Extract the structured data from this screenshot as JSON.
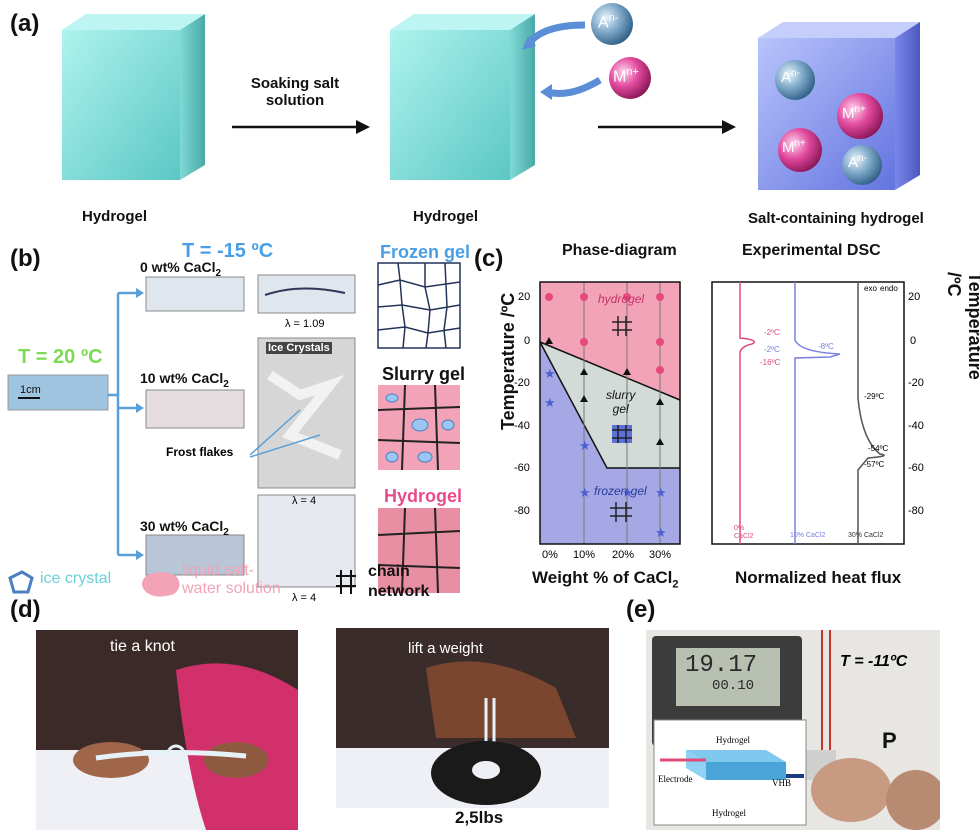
{
  "panels": {
    "a": "(a)",
    "b": "(b)",
    "c": "(c)",
    "d": "(d)",
    "e": "(e)"
  },
  "panel_a": {
    "arrow_label": "Soaking salt\nsolution",
    "hydrogel_1": "Hydrogel",
    "hydrogel_2": "Hydrogel",
    "salt_hydrogel": "Salt-containing hydrogel",
    "anion": "A",
    "anion_sup": "n-",
    "cation": "M",
    "cation_sup": "n+"
  },
  "panel_b": {
    "temp_cold": "T = -15 ºC",
    "temp_warm": "T = 20 ºC",
    "scale": "1cm",
    "conc_0": "0 wt% CaCl",
    "conc_10": "10 wt% CaCl",
    "conc_30": "30 wt% CaCl",
    "sub2": "2",
    "lambda_1": "λ = 1.09",
    "lambda_2": "λ = 4",
    "lambda_3": "λ = 4",
    "ice_crystals": "Ice Crystals",
    "frost_flakes": "Frost flakes",
    "frozen_gel": "Frozen gel",
    "slurry_gel": "Slurry gel",
    "hydrogel": "Hydrogel",
    "legend_ice": "ice crystal",
    "legend_liquid": "liquid salt-\nwater solution",
    "legend_chain": "chain\nnetwork"
  },
  "panel_c": {
    "title_left": "Phase-diagram",
    "title_right": "Experimental DSC",
    "ylabel": "Temperature /ºC",
    "xlabel_left": "Weight % of CaCl",
    "xlabel_right": "Normalized heat flux",
    "region_hydrogel": "hydrogel",
    "region_slurry": "slurry\ngel",
    "region_frozen": "frozen gel",
    "x_ticks": [
      "0%",
      "10%",
      "20%",
      "30%"
    ],
    "y_ticks": [
      "20",
      "0",
      "-20",
      "-40",
      "-60",
      "-80"
    ],
    "exo": "exo",
    "endo": "endo",
    "dsc_labels": [
      "-2ºC",
      "-16ºC",
      "-2ºC",
      "-8ºC",
      "-29ºC",
      "-54ºC",
      "-57ºC"
    ],
    "dsc_curve_labels": [
      "0%\nCaCl2",
      "10% CaCl2",
      "30% CaCl2"
    ]
  },
  "panel_d": {
    "photo_1": "tie a knot",
    "photo_2": "lift a weight",
    "weight": "2,5lbs"
  },
  "panel_e": {
    "temp": "T = -11ºC",
    "display_1": "19.17",
    "display_2": "00.10",
    "p_label": "P",
    "inset_hydrogel_top": "Hydrogel",
    "inset_hydrogel_bottom": "Hydrogel",
    "inset_electrode": "Electrode",
    "inset_vhb": "VHB"
  },
  "colors": {
    "hydrogel_cyan": "#8fe3e0",
    "salt_blue": "#7c8ef0",
    "pink_region": "#f2a3b7",
    "grey_region": "#d3dbd8",
    "frozen_region": "#a6a8e6",
    "curve_0": "#e04a78",
    "curve_10": "#7a80e0",
    "curve_30": "#555555"
  }
}
